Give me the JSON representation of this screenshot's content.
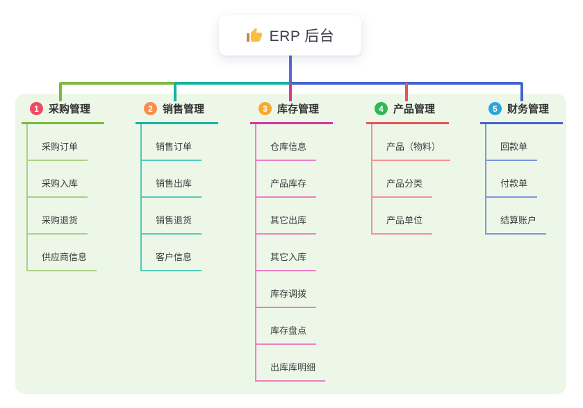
{
  "root": {
    "label": "ERP 后台",
    "icon": "thumbs-up-icon"
  },
  "panel_bg": "#ecf7e8",
  "connector": {
    "root_stem_color": "#5a68d8",
    "bus_segments": [
      "#7cb93f",
      "#14b3a0",
      "#4562cf"
    ]
  },
  "branches": [
    {
      "num": "1",
      "label": "采购管理",
      "badge_color": "#ef4b63",
      "line_color": "#7cb93f",
      "child_line_color": "#a9d184",
      "children": [
        "采购订单",
        "采购入库",
        "采购退货",
        "供应商信息"
      ]
    },
    {
      "num": "2",
      "label": "销售管理",
      "badge_color": "#f88d4b",
      "line_color": "#14b3a0",
      "child_line_color": "#52c8b9",
      "children": [
        "销售订单",
        "销售出库",
        "销售退货",
        "客户信息"
      ]
    },
    {
      "num": "3",
      "label": "库存管理",
      "badge_color": "#f9a92d",
      "line_color": "#d8359d",
      "child_line_color": "#ee7ec2",
      "children": [
        "仓库信息",
        "产品库存",
        "其它出库",
        "其它入库",
        "库存调拨",
        "库存盘点",
        "出库库明细"
      ]
    },
    {
      "num": "4",
      "label": "产品管理",
      "badge_color": "#2eb855",
      "line_color": "#e9525a",
      "child_line_color": "#f5928e",
      "children": [
        "产品（物料）",
        "产品分类",
        "产品单位"
      ]
    },
    {
      "num": "5",
      "label": "财务管理",
      "badge_color": "#2aa6dd",
      "line_color": "#4562cf",
      "child_line_color": "#7b95de",
      "children": [
        "回款单",
        "付款单",
        "结算账户"
      ]
    }
  ]
}
